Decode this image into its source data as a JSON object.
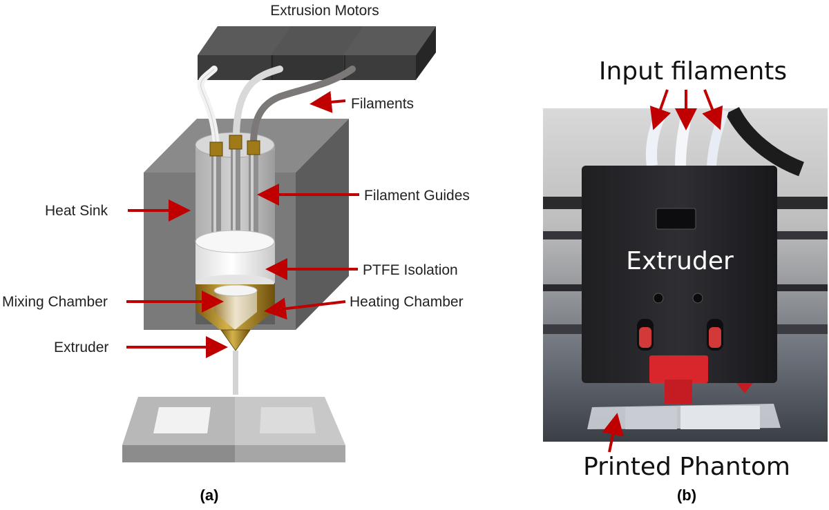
{
  "panel_a": {
    "caption": "(a)",
    "labels": {
      "extrusion_motors": "Extrusion Motors",
      "filaments": "Filaments",
      "filament_guides": "Filament Guides",
      "heat_sink": "Heat Sink",
      "ptfe_isolation": "PTFE Isolation",
      "mixing_chamber": "Mixing Chamber",
      "heating_chamber": "Heating Chamber",
      "extruder": "Extruder"
    }
  },
  "panel_b": {
    "caption": "(b)",
    "labels": {
      "input_filaments": "Input filaments",
      "extruder": "Extruder",
      "printed_phantom": "Printed Phantom"
    }
  },
  "colors": {
    "arrow": "#c00000",
    "motor": "#3c3c3c",
    "heat_sink": "#707070",
    "brass": "#b8952a",
    "ptfe": "#f0f0f0"
  }
}
